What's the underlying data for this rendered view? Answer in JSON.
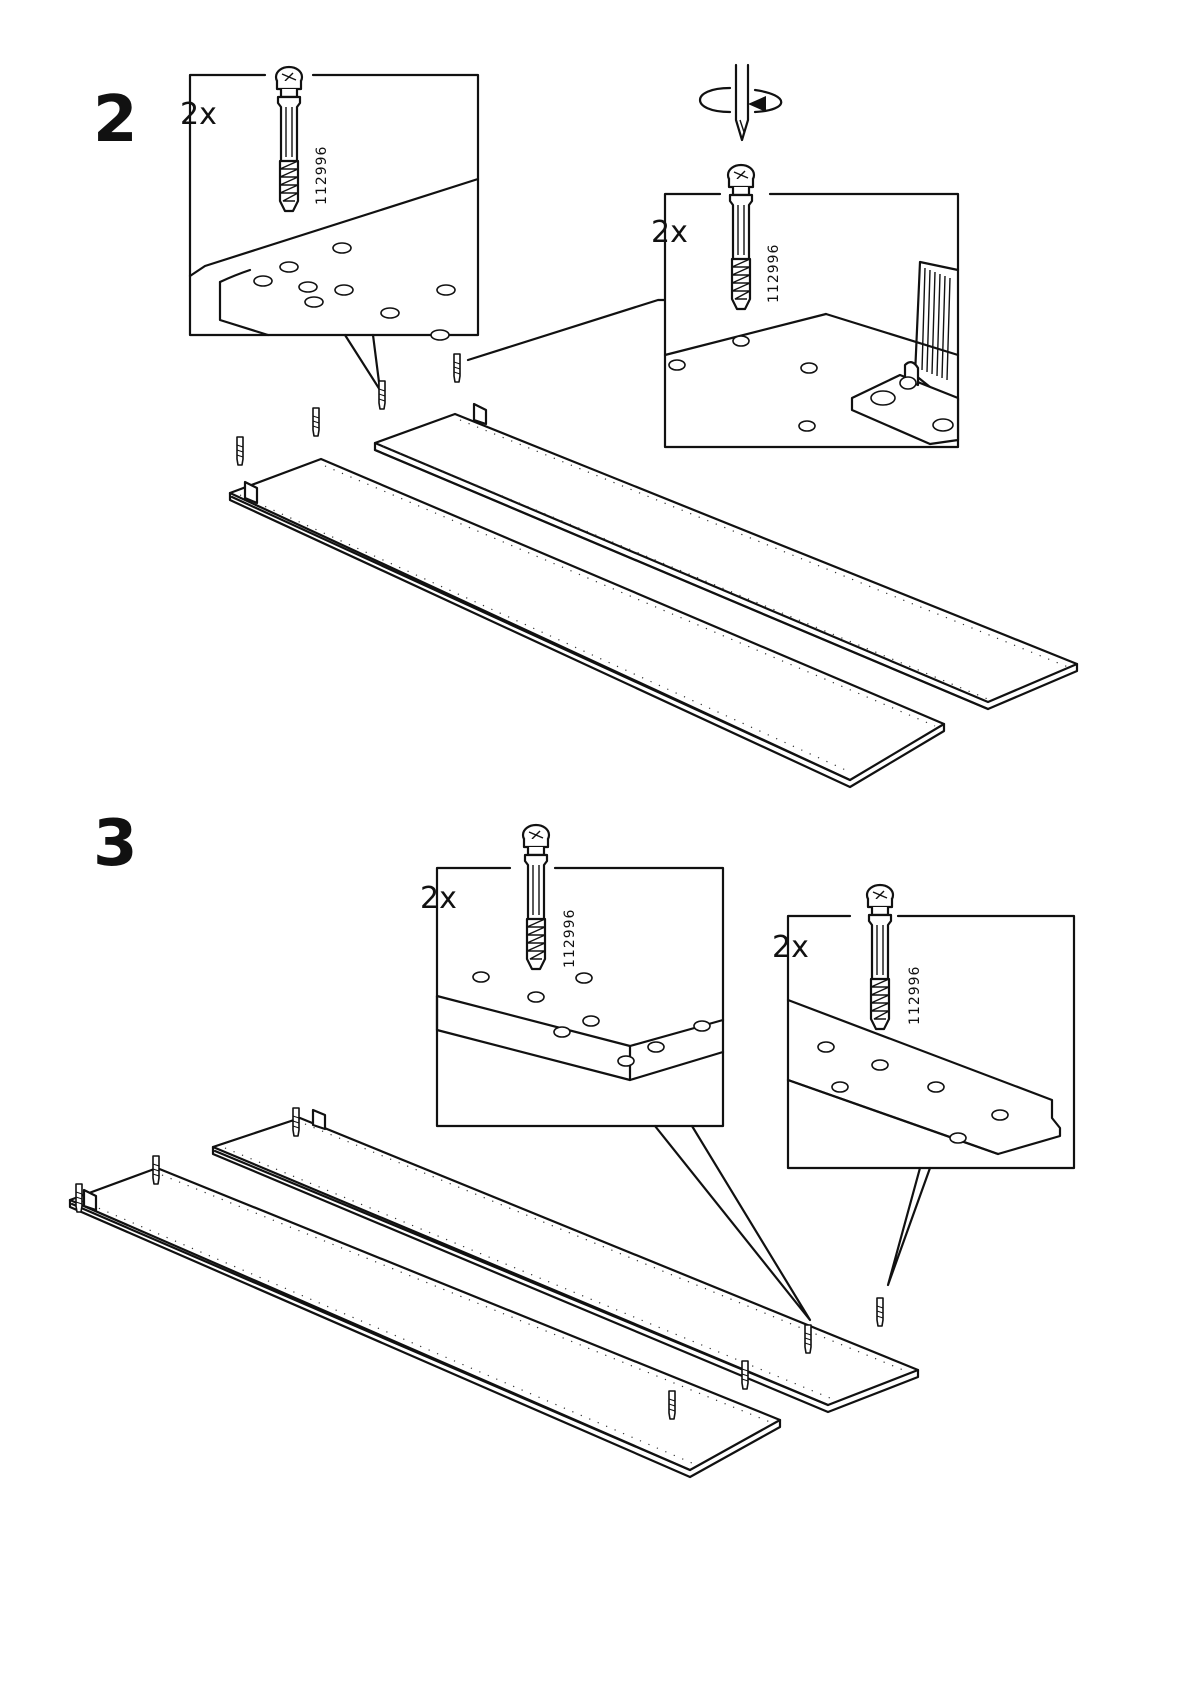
{
  "steps": [
    {
      "number": "2",
      "callouts": [
        {
          "quantity": "2x",
          "part_number": "112996"
        },
        {
          "quantity": "2x",
          "part_number": "112996"
        }
      ]
    },
    {
      "number": "3",
      "callouts": [
        {
          "quantity": "2x",
          "part_number": "112996"
        },
        {
          "quantity": "2x",
          "part_number": "112996"
        }
      ]
    }
  ],
  "colors": {
    "line": "#111111",
    "background": "#ffffff"
  },
  "icons": [
    "cam-dowel-icon",
    "screwdriver-icon",
    "rotate-arrow-icon",
    "bracket-icon",
    "shelf-panel"
  ]
}
